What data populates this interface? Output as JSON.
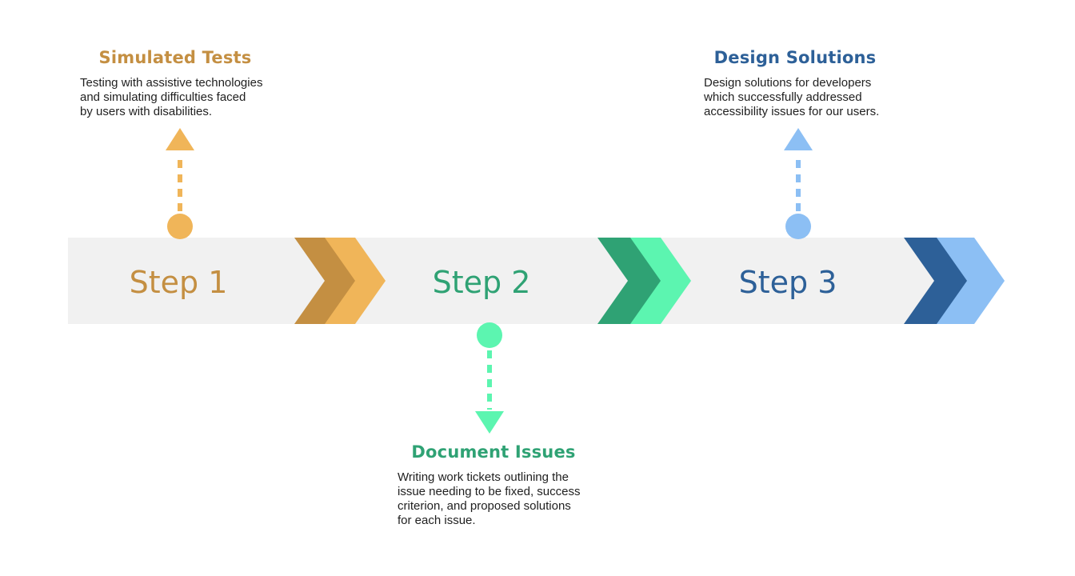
{
  "colors": {
    "band": "#f1f1f1",
    "step1_dark": "#c48f42",
    "step1_light": "#f0b559",
    "step2_dark": "#2fa274",
    "step2_light": "#5cf5b0",
    "step3_dark": "#2d6098",
    "step3_light": "#8cbff4",
    "body_text": "#1f1f1f"
  },
  "steps": [
    {
      "label": "Step 1"
    },
    {
      "label": "Step 2"
    },
    {
      "label": "Step 3"
    }
  ],
  "milestones": [
    {
      "title": "Simulated Tests",
      "body_lines": [
        "Testing with assistive technologies",
        "and simulating difficulties faced",
        "by users with disabilities."
      ]
    },
    {
      "title": "Document Issues",
      "body_lines": [
        "Writing work tickets outlining the",
        "issue needing to be fixed, success",
        "criterion, and proposed solutions",
        "for each issue."
      ]
    },
    {
      "title": "Design Solutions",
      "body_lines": [
        "Design solutions for developers",
        "which successfully addressed",
        "accessibility issues for our users."
      ]
    }
  ]
}
